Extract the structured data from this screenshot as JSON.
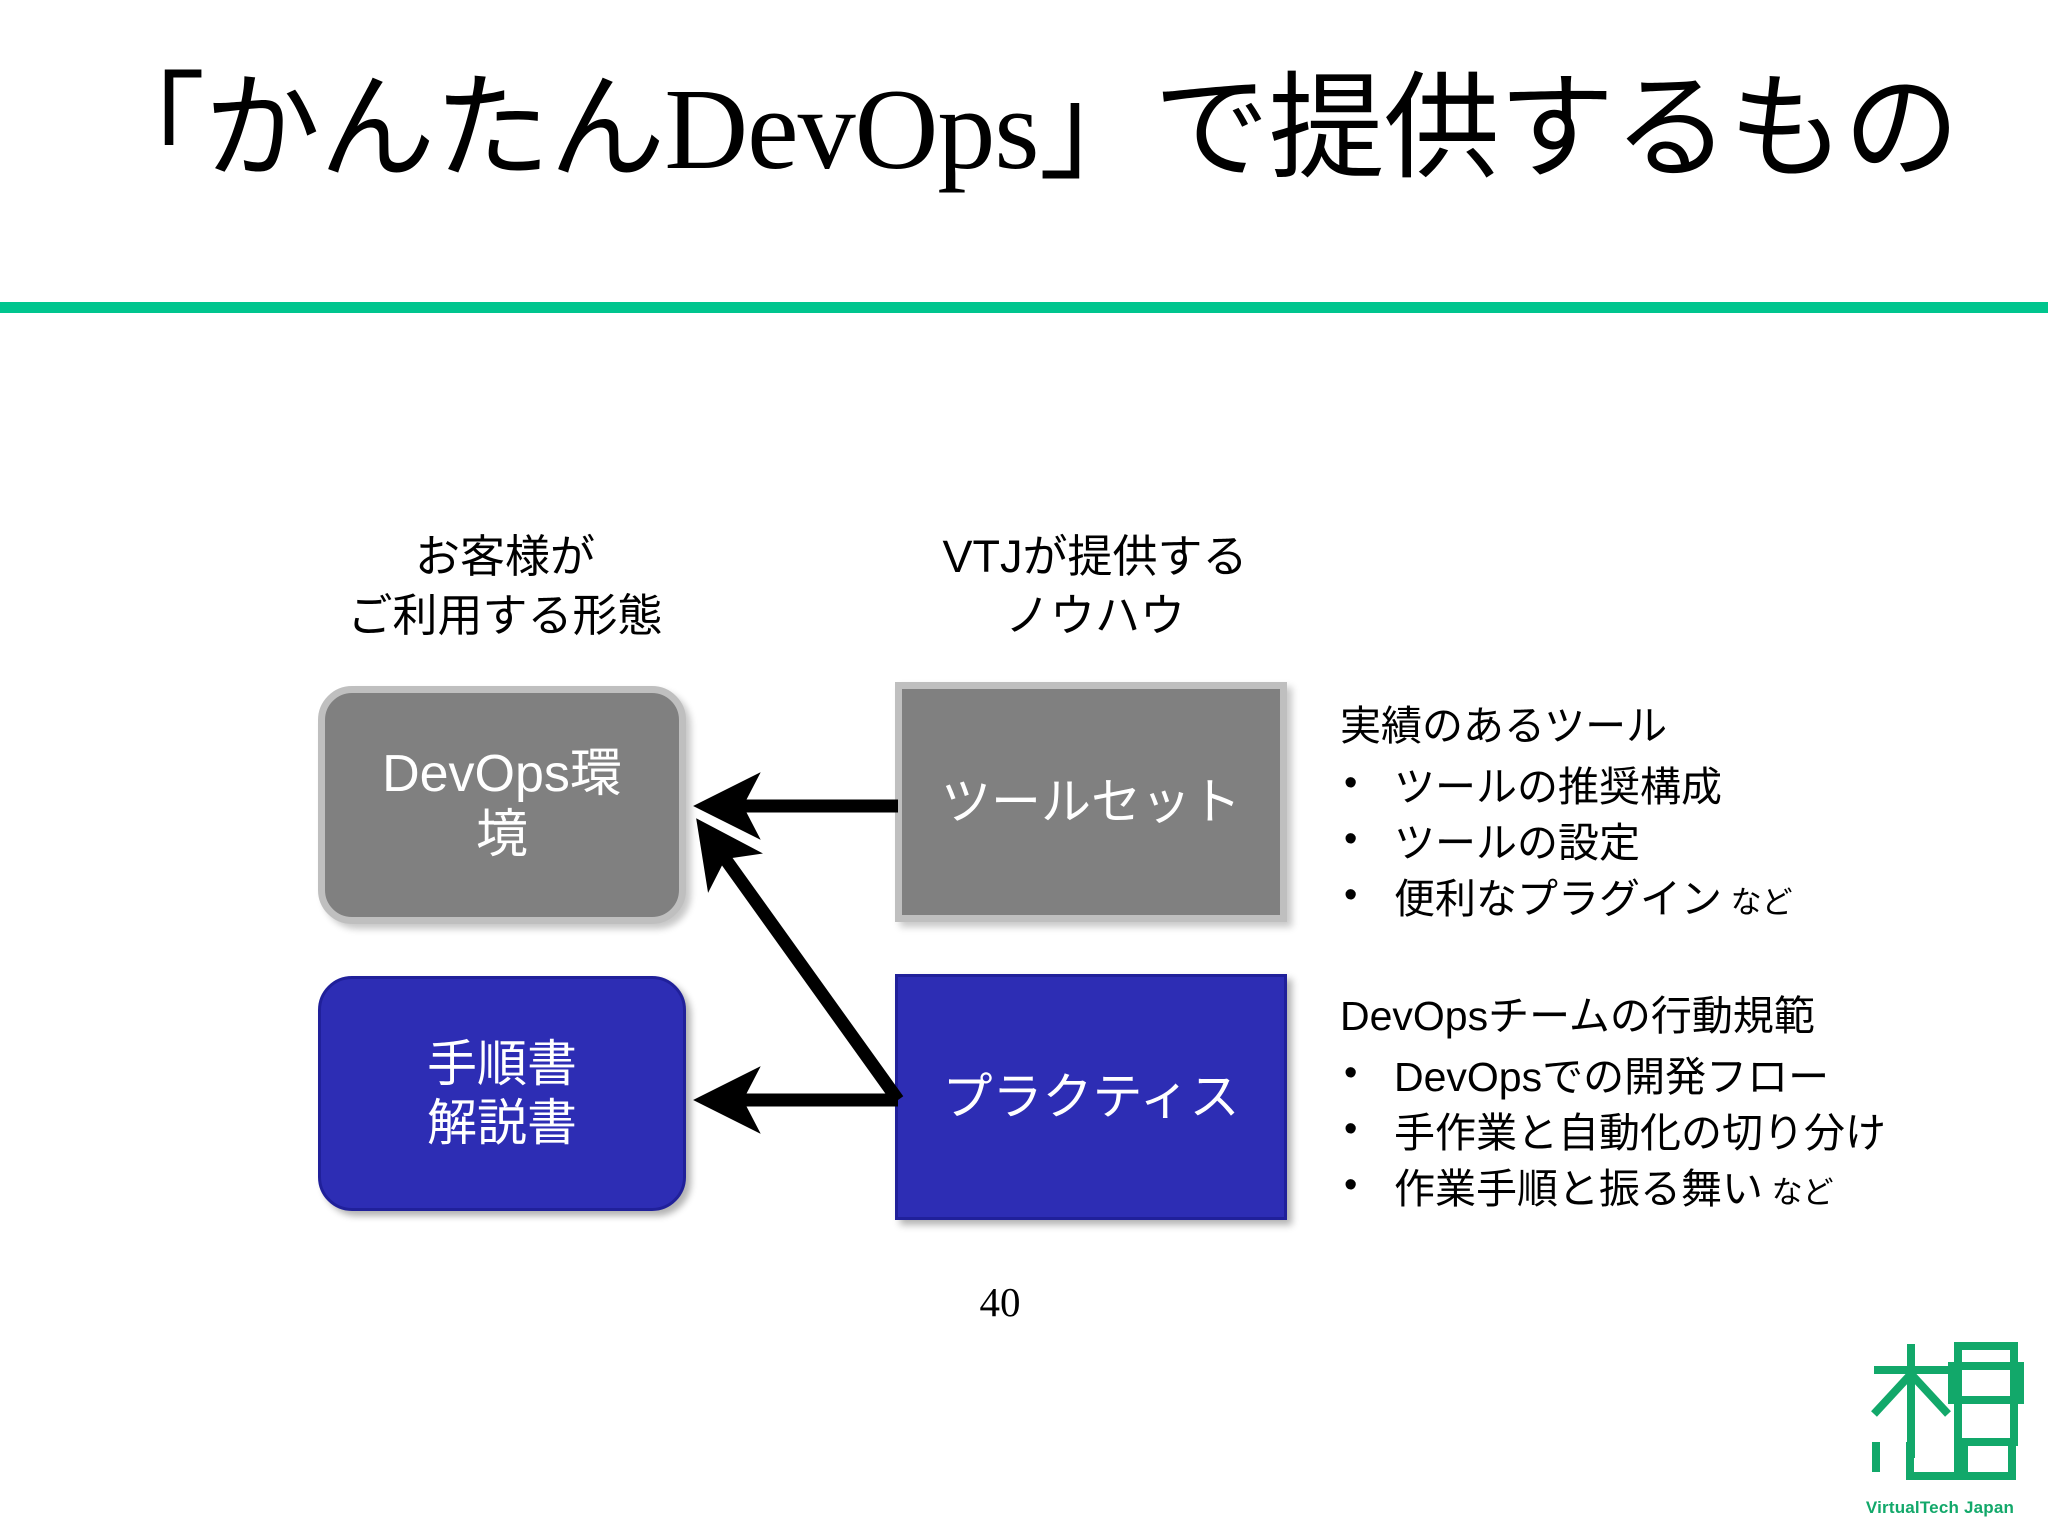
{
  "slide": {
    "title": "「かんたんDevOps」で提供するもの",
    "accent_color": "#00c58e",
    "page_number": "40"
  },
  "columns": {
    "left_caption": "お客様が\nご利用する形態",
    "right_caption": "VTJが提供する\nノウハウ"
  },
  "boxes": {
    "devops_env": {
      "label": "DevOps環\n境",
      "fill": "#808080",
      "border": "#bfbfbf",
      "text_color": "#ffffff"
    },
    "docs": {
      "label": "手順書\n解説書",
      "fill": "#2d2db4",
      "border": "#20209a",
      "text_color": "#ffffff"
    },
    "toolset": {
      "label": "ツールセット",
      "fill": "#808080",
      "border": "#bfbfbf",
      "text_color": "#ffffff"
    },
    "practice": {
      "label": "プラクティス",
      "fill": "#2d2db4",
      "border": "#20209a",
      "text_color": "#ffffff"
    }
  },
  "arrows": [
    {
      "name": "toolset-to-devops-env",
      "from": "toolset",
      "to": "devops_env",
      "style": "straight"
    },
    {
      "name": "practice-to-devops-env",
      "from": "practice",
      "to": "devops_env",
      "style": "diagonal"
    },
    {
      "name": "practice-to-docs",
      "from": "practice",
      "to": "docs",
      "style": "straight"
    }
  ],
  "notes": {
    "tools": {
      "heading": "実績のあるツール",
      "items": [
        "ツールの推奨構成",
        "ツールの設定",
        "便利なプラグイン"
      ],
      "item_tails": [
        "",
        "",
        " など"
      ]
    },
    "practices": {
      "heading": "DevOpsチームの行動規範",
      "items": [
        "DevOpsでの開発フロー",
        "手作業と自動化の切り分け",
        "作業手順と振る舞い"
      ],
      "item_tails": [
        "",
        "",
        " など"
      ]
    }
  },
  "logo": {
    "text": "VirtualTech Japan",
    "color": "#12a86a"
  }
}
